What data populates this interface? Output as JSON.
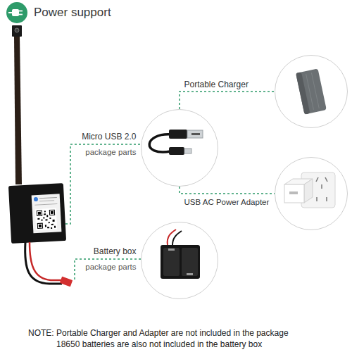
{
  "diagram": {
    "title": "Power support",
    "nodes": [
      {
        "text": [
          "Portable Charger"
        ]
      },
      {
        "text": [
          "Micro USB 2.0",
          "package parts"
        ]
      },
      {
        "text": [
          "USB AC Power Adapter"
        ]
      },
      {
        "text": [
          "Battery box",
          "package parts"
        ]
      }
    ],
    "edges": [
      {
        "from": 1,
        "to": 0,
        "arrow": "none"
      },
      {
        "from": 1,
        "to": 2,
        "arrow": "none"
      }
    ],
    "labels": [
      "NOTE: Portable Charger and Adapter are not included in the package",
      "18650 batteries are also not included in the battery box"
    ]
  }
}
